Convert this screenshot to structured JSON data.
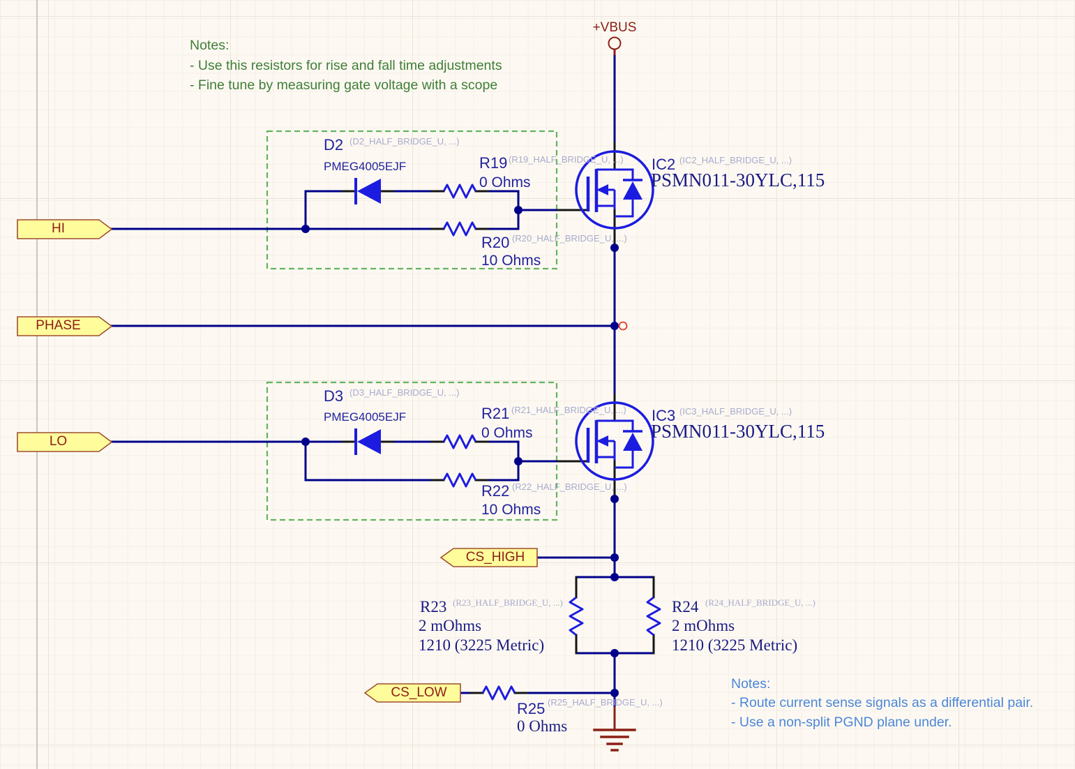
{
  "sheet": {
    "notes_top": {
      "title": "Notes:",
      "lines": [
        "- Use this resistors for rise and fall time adjustments",
        "- Fine tune by measuring gate voltage with a scope"
      ]
    },
    "notes_bottom": {
      "title": "Notes:",
      "lines": [
        "- Route current sense signals as a differential pair.",
        "- Use a non-split PGND plane under."
      ]
    }
  },
  "power": {
    "vbus_label": "+VBUS"
  },
  "ports": {
    "hi": "HI",
    "phase": "PHASE",
    "lo": "LO",
    "cs_high": "CS_HIGH",
    "cs_low": "CS_LOW"
  },
  "components": {
    "d2": {
      "designator": "D2",
      "annotation": "(D2_HALF_BRIDGE_U, ...)",
      "part": "PMEG4005EJF"
    },
    "d3": {
      "designator": "D3",
      "annotation": "(D3_HALF_BRIDGE_U, ...)",
      "part": "PMEG4005EJF"
    },
    "r19": {
      "designator": "R19",
      "annotation": "(R19_HALF_BRIDGE_U, ...)",
      "value": "0 Ohms"
    },
    "r20": {
      "designator": "R20",
      "annotation": "(R20_HALF_BRIDGE_U, ...)",
      "value": "10 Ohms"
    },
    "r21": {
      "designator": "R21",
      "annotation": "(R21_HALF_BRIDGE_U, ...)",
      "value": "0 Ohms"
    },
    "r22": {
      "designator": "R22",
      "annotation": "(R22_HALF_BRIDGE_U, ...)",
      "value": "10 Ohms"
    },
    "r23": {
      "designator": "R23",
      "annotation": "(R23_HALF_BRIDGE_U, ...)",
      "value": "2 mOhms",
      "footprint": "1210 (3225 Metric)"
    },
    "r24": {
      "designator": "R24",
      "annotation": "(R24_HALF_BRIDGE_U, ...)",
      "value": "2 mOhms",
      "footprint": "1210 (3225 Metric)"
    },
    "r25": {
      "designator": "R25",
      "annotation": "(R25_HALF_BRIDGE_U, ...)",
      "value": "0 Ohms"
    },
    "ic2": {
      "designator": "IC2",
      "annotation": "(IC2_HALF_BRIDGE_U, ...)",
      "part": "PSMN011-30YLC,115"
    },
    "ic3": {
      "designator": "IC3",
      "annotation": "(IC3_HALF_BRIDGE_U, ...)",
      "part": "PSMN011-30YLC,115"
    }
  },
  "colors": {
    "wire": "#00008b",
    "pin": "#151515",
    "component_blue": "#1c1ce0",
    "maroon": "#8b2015",
    "note_green": "#3f7e37",
    "note_blue": "#4c86d8",
    "annotation_gray": "#a8aacd",
    "navy_text": "#22229e",
    "port_fill": "#fffc9c",
    "port_border": "#9e4f2d",
    "dashed_box_green": "#62b45e",
    "no_erc_red": "#e23b2e"
  }
}
